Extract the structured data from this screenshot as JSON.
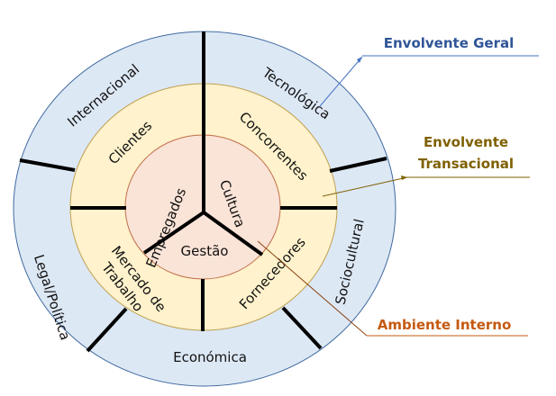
{
  "diagram": {
    "outer_ring": {
      "title": "Envolvente Geral",
      "segments": [
        "Internacional",
        "Tecnológica",
        "Sociocultural",
        "Económica",
        "Legal/Política"
      ]
    },
    "middle_ring": {
      "title": "Envolvente Transacional",
      "title_lines": [
        "Envolvente",
        "Transacional"
      ],
      "segments": [
        "Clientes",
        "Concorrentes",
        "Fornecedores",
        "Mercado de",
        "Trabalho"
      ]
    },
    "inner_circle": {
      "title": "Ambiente Interno",
      "segments": [
        "Empregados",
        "Cultura",
        "Gestão"
      ]
    }
  },
  "colors": {
    "outer_fill": "#dde8f5",
    "outer_stroke": "#3f6aa0",
    "middle_fill": "#fff2cc",
    "middle_stroke": "#bfa050",
    "inner_fill": "#fae3d7",
    "inner_stroke": "#c0704a",
    "geral": "#2f5597",
    "transacional": "#7f6000",
    "interno": "#c55a11"
  }
}
